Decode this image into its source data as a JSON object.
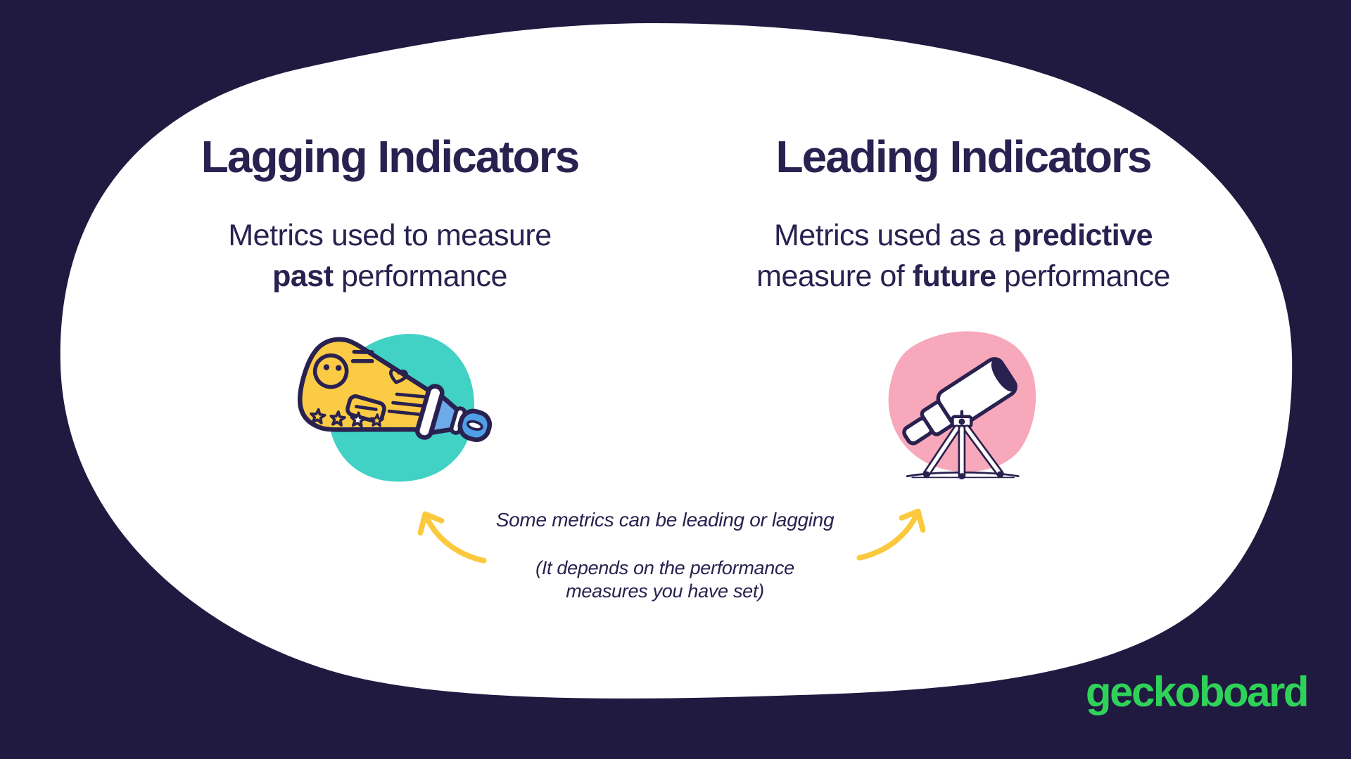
{
  "colors": {
    "background_navy": "#201a41",
    "card_white": "#ffffff",
    "text_navy": "#29214f",
    "teal_blob": "#41d1c5",
    "pink_blob": "#f8a8bb",
    "illustration_yellow": "#fccb45",
    "illustration_blue": "#4f9ee6",
    "arrow_yellow": "#fbc93d",
    "brand_green": "#2fd258"
  },
  "left_panel": {
    "title": "Lagging Indicators",
    "description": {
      "line1": "Metrics used to measure",
      "line2_bold": "past",
      "line2_rest": " performance"
    },
    "illustration": "megaphone-on-teal-blob"
  },
  "right_panel": {
    "title": "Leading Indicators",
    "description": {
      "line1_pre": "Metrics used as a ",
      "line1_bold": "predictive",
      "line2_pre": "measure of ",
      "line2_bold": "future",
      "line2_rest": " performance"
    },
    "illustration": "telescope-on-pink-blob"
  },
  "center_note": {
    "line1": "Some metrics can be leading or lagging",
    "line2": "(It depends on the performance",
    "line3": "measures you have set)"
  },
  "footer": {
    "brand": "geckoboard"
  }
}
